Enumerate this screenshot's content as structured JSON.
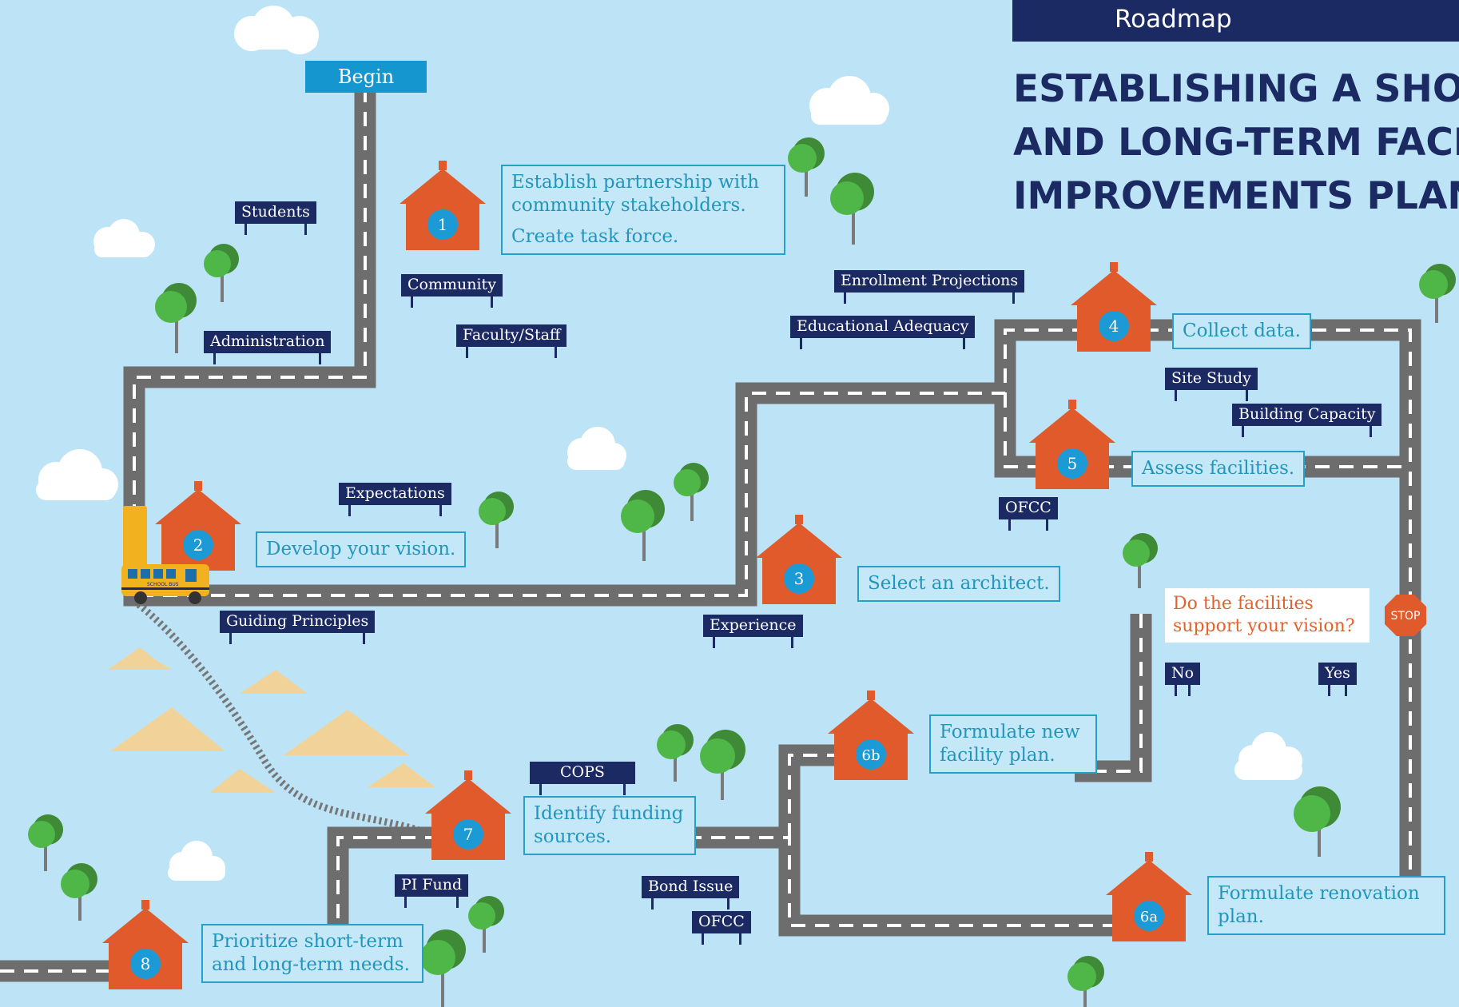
{
  "header": {
    "banner_label": "Roadmap",
    "title_lines": [
      "ESTABLISHING A SHORT-",
      "AND LONG-TERM FACILITY",
      "IMPROVEMENTS PLAN"
    ]
  },
  "begin_label": "Begin",
  "colors": {
    "sky": "#bde4f6",
    "navy": "#1c2a63",
    "school_orange": "#e05a2b",
    "teal_text": "#2395bb",
    "road": "#6d6d6d",
    "bus_yellow": "#f2b21f"
  },
  "schools": [
    "1",
    "2",
    "3",
    "4",
    "5",
    "6a",
    "6b",
    "7",
    "8"
  ],
  "steps": {
    "s1_line1": "Establish partnership with community stakeholders.",
    "s1_line2": "Create task force.",
    "s2": "Develop your vision.",
    "s3": "Select an architect.",
    "s4": "Collect data.",
    "s5": "Assess facilities.",
    "s6a": "Formulate renovation plan.",
    "s6b": "Formulate new facility plan.",
    "s7": "Identify funding sources.",
    "s8": "Prioritize short-term and long-term needs."
  },
  "question": "Do the facilities support your vision?",
  "stop_sign": "STOP",
  "bus_label": "SCHOOL BUS",
  "signs": {
    "students": "Students",
    "community": "Community",
    "faculty": "Faculty/Staff",
    "administration": "Administration",
    "expectations": "Expectations",
    "guiding": "Guiding Principles",
    "enrollment": "Enrollment Projections",
    "adequacy": "Educational Adequacy",
    "site_study": "Site Study",
    "building_capacity": "Building Capacity",
    "ofcc_top": "OFCC",
    "experience": "Experience",
    "no": "No",
    "yes": "Yes",
    "cops": "COPS",
    "pi_fund": "PI Fund",
    "bond_issue": "Bond Issue",
    "ofcc_bottom": "OFCC"
  }
}
